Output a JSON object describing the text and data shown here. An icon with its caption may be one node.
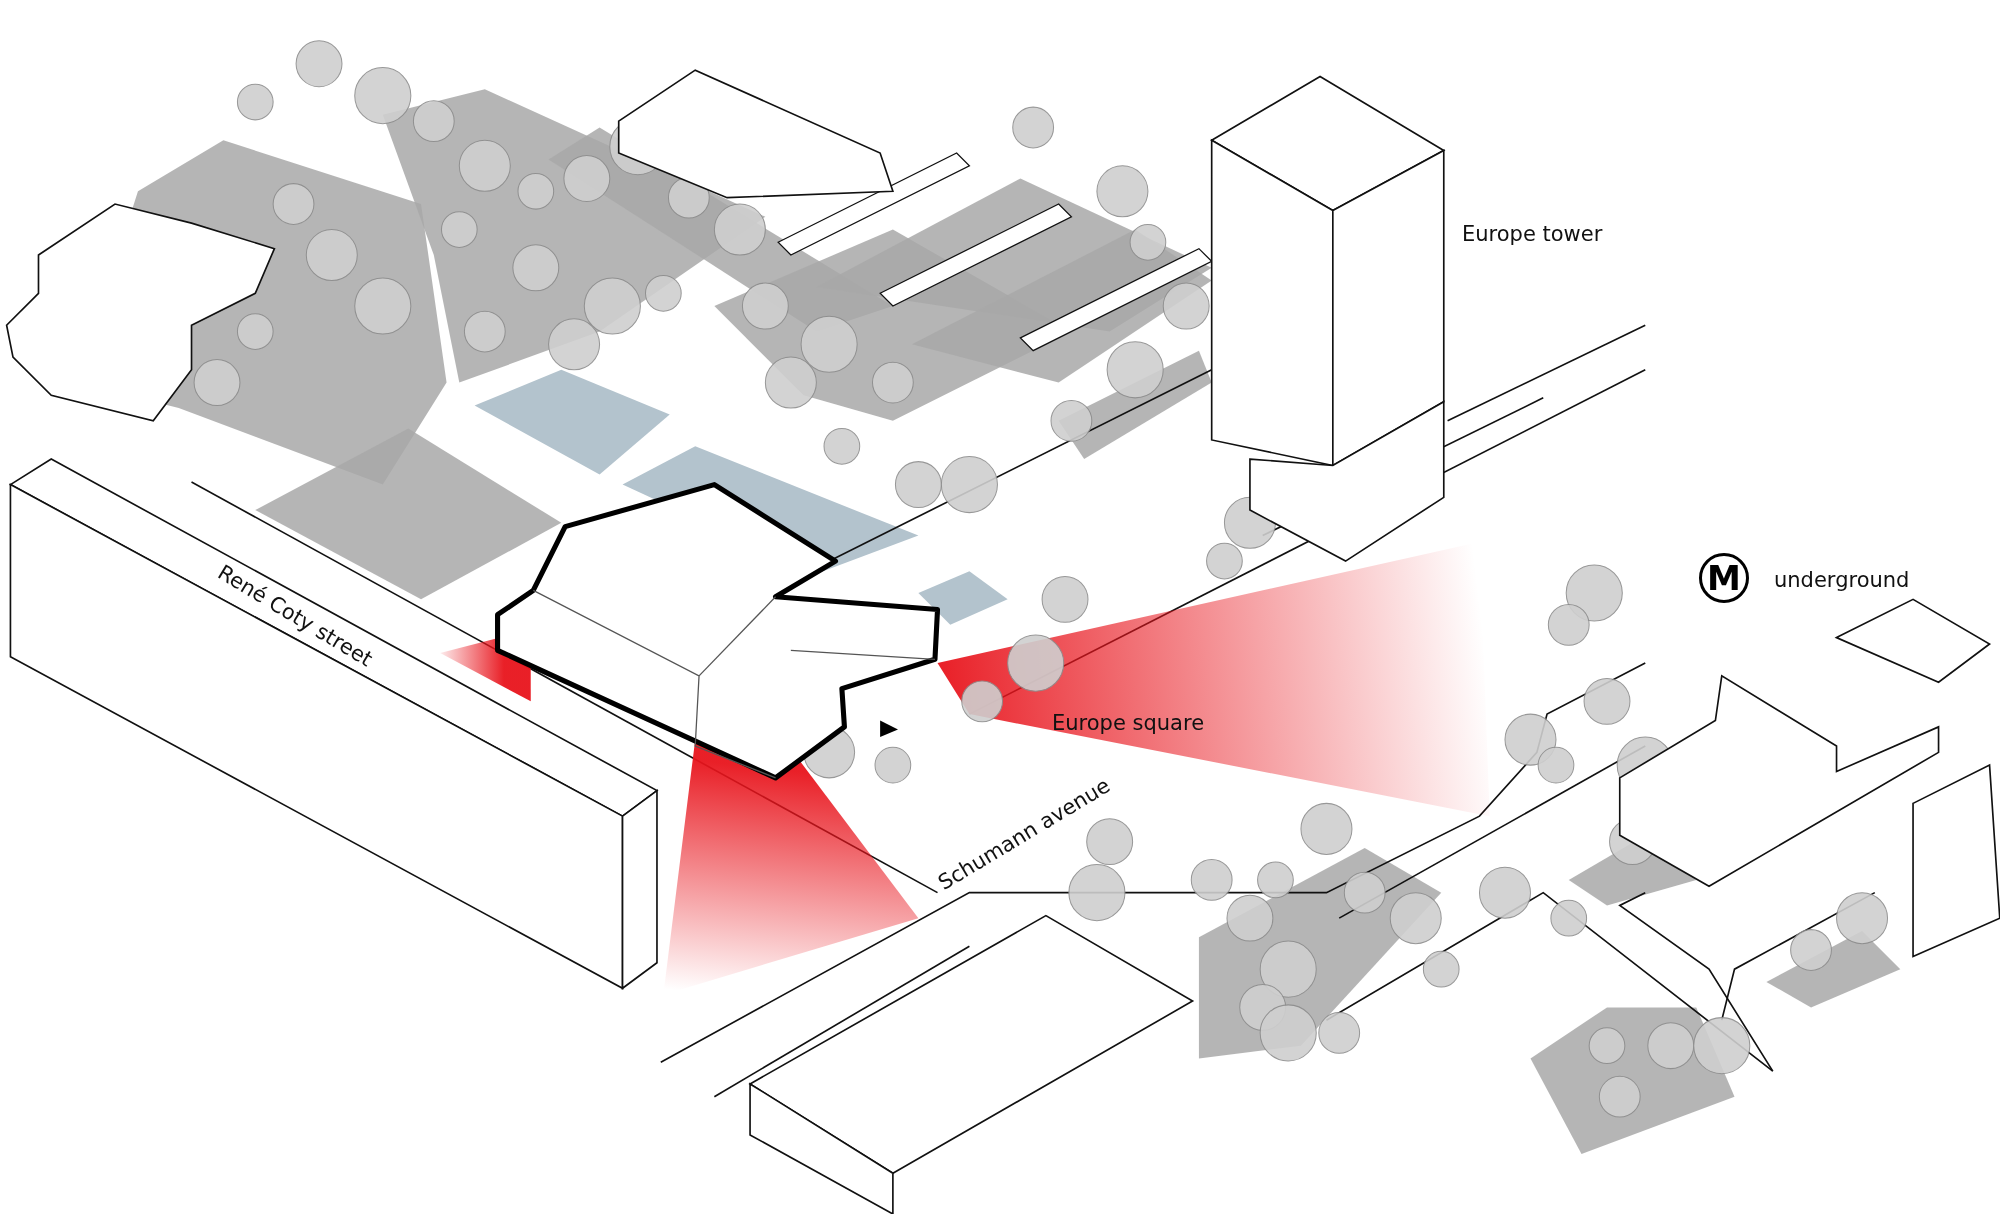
{
  "diagram": {
    "labels": [
      "Europe tower",
      "M",
      "underground",
      "René Coty street",
      "Europe square",
      "Schumann avenue"
    ]
  }
}
